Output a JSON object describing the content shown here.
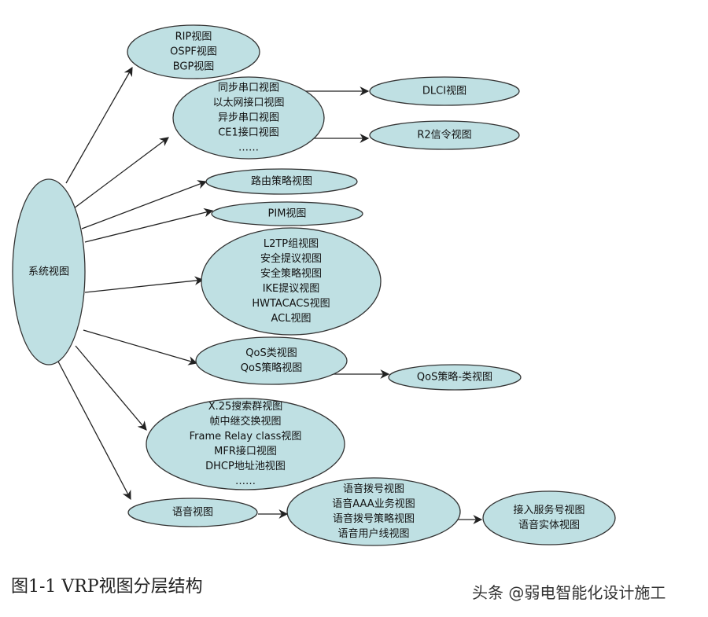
{
  "colors": {
    "node_fill": "#bfe0e3",
    "node_stroke": "#333333",
    "arrow": "#222222"
  },
  "nodes": {
    "system": [
      "系统视图"
    ],
    "routing_protocols": [
      "RIP视图",
      "OSPF视图",
      "BGP视图"
    ],
    "interfaces": [
      "同步串口视图",
      "以太网接口视图",
      "异步串口视图",
      "CE1接口视图",
      "……"
    ],
    "dlci": [
      "DLCI视图"
    ],
    "r2": [
      "R2信令视图"
    ],
    "route_policy": [
      "路由策略视图"
    ],
    "pim": [
      "PIM视图"
    ],
    "security": [
      "L2TP组视图",
      "安全提议视图",
      "安全策略视图",
      "IKE提议视图",
      "HWTACACS视图",
      "ACL视图"
    ],
    "qos": [
      "QoS类视图",
      "QoS策略视图"
    ],
    "qos_policy_class": [
      "QoS策略-类视图"
    ],
    "wan": [
      "X.25搜索群视图",
      "帧中继交换视图",
      "Frame Relay class视图",
      "MFR接口视图",
      "DHCP地址池视图",
      "……"
    ],
    "voice": [
      "语音视图"
    ],
    "voice_sub": [
      "语音拨号视图",
      "语音AAA业务视图",
      "语音拨号策略视图",
      "语音用户线视图"
    ],
    "voice_entity": [
      "接入服务号视图",
      "语音实体视图"
    ]
  },
  "caption": "图1-1 VRP视图分层结构",
  "watermark": "头条 @弱电智能化设计施工"
}
